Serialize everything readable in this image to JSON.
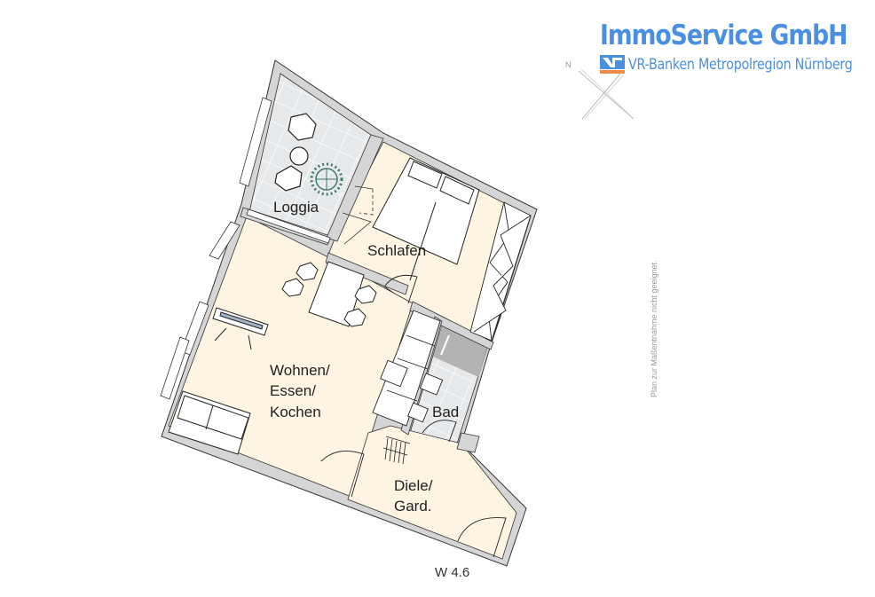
{
  "logo": {
    "title": "ImmoService GmbH",
    "subtitle": "VR-Banken Metropolregion Nürnberg",
    "icon": "vr-bank-logo-icon",
    "brand_color": "#4a8fe0",
    "icon_orange": "#f08a4b"
  },
  "compass": {
    "label": "N",
    "icon": "compass-cross-icon"
  },
  "disclaimer": "Plan zur Maßentnahme nicht geeignet.",
  "plan": {
    "unit": "W 4.6",
    "rooms": [
      {
        "id": "loggia",
        "label_lines": [
          "Loggia"
        ]
      },
      {
        "id": "schlafen",
        "label_lines": [
          "Schlafen"
        ]
      },
      {
        "id": "wohnen",
        "label_lines": [
          "Wohnen/",
          "Essen/",
          "Kochen"
        ]
      },
      {
        "id": "bad",
        "label_lines": [
          "Bad"
        ]
      },
      {
        "id": "diele",
        "label_lines": [
          "Diele/",
          "Gard."
        ]
      }
    ],
    "colors": {
      "floor": "#fdf5e2",
      "tile": "#e6e8ea",
      "tile_grid": "#f6f7f8",
      "wall": "#d5d5d5",
      "shower": "#b3b3b3",
      "line": "#333333",
      "plant": "#3d7a6a"
    }
  }
}
